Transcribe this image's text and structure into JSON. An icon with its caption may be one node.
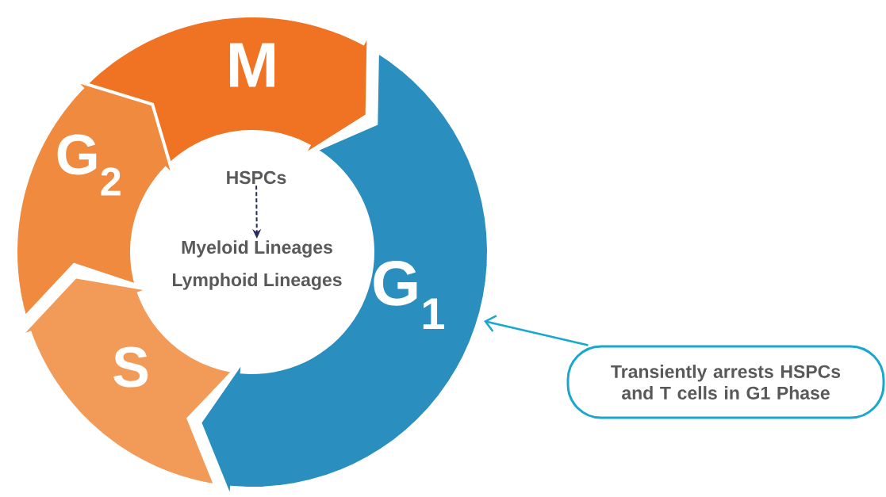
{
  "diagram": {
    "nodes": [
      {
        "text": [
          "M"
        ]
      },
      {
        "text": [
          "G$_{1}$"
        ]
      },
      {
        "text": [
          "S"
        ]
      },
      {
        "text": [
          "G$_{2}$"
        ]
      },
      {
        "text": [
          "HSPCs"
        ]
      },
      {
        "text": [
          "Myeloid Lineages"
        ]
      },
      {
        "text": [
          "Lymphoid Lineages"
        ]
      },
      {
        "text": [
          "Transiently arrests HSPCs and T cells in G1 Phase"
        ]
      }
    ],
    "edges": [
      {
        "from": 4,
        "to": 5,
        "arrow": "to",
        "style": "dashed",
        "color": "#262a5e"
      },
      {
        "from": 7,
        "to": 1,
        "arrow": "to",
        "color": "#1aa7cf"
      }
    ]
  }
}
